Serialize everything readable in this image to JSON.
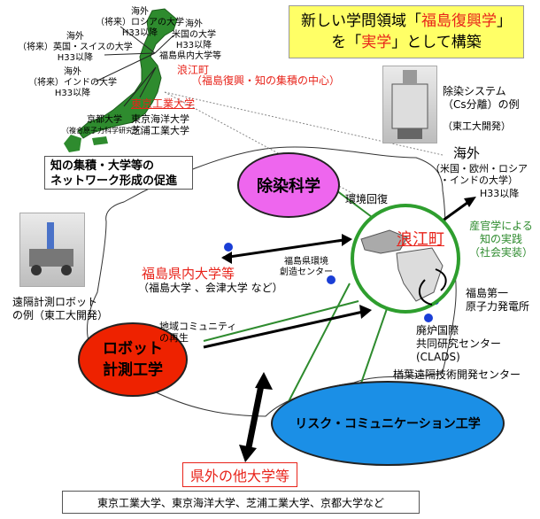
{
  "title": {
    "line1_pre": "新しい学問領域「",
    "line1_red": "福島復興学",
    "line1_post": "」",
    "line2_pre": "を「",
    "line2_red": "実学",
    "line2_post": "」として構築"
  },
  "map": {
    "overseas_russia": [
      "海外",
      "（将来）ロシアの大学",
      "H33以降"
    ],
    "overseas_us": [
      "海外",
      "米国の大学",
      "H33以降"
    ],
    "overseas_uk": [
      "海外",
      "（将来）英国・スイスの大学",
      "H33以降"
    ],
    "overseas_india": [
      "海外",
      "（将来）インドの大学",
      "H33以降"
    ],
    "fukushima_univ": "福島県内大学等",
    "namie": "浪江町",
    "namie_sub": "（福島復興・知の集積の中心）",
    "tokyo_tech": "東京工業大学",
    "kyoto": [
      "京都大学",
      "（複合原子力科学研究所）"
    ],
    "tokyo_group": [
      "東京海洋大学",
      "芝浦工業大学"
    ]
  },
  "decon_photo": {
    "caption": [
      "除染システム",
      "（Cs分離）の例"
    ],
    "dev": "（東工大開発）"
  },
  "overseas_right": {
    "title": "海外",
    "countries": [
      "（米国・欧州・ロシア",
      "・インドの大学）"
    ],
    "year": "H33以降"
  },
  "network_box": [
    "知の集積・大学等の",
    "ネットワーク形成の促進"
  ],
  "bubbles": {
    "decon": "除染科学",
    "robot": [
      "ロボット",
      "計測工学"
    ],
    "risk": "リスク・コミュニケーション工学",
    "center": "浪江町"
  },
  "labels": {
    "env_recovery": "環境回復",
    "fukushima_env": [
      "福島県環境",
      "創造センター"
    ],
    "pref_univ": "福島県内大学等",
    "pref_univ_sub": "（福島大学 、会津大学 など）",
    "robot_photo": [
      "遠隔計測ロボット",
      "の例（東工大開発）"
    ],
    "community": [
      "地域コミュニティ",
      "の再生"
    ],
    "industry": [
      "産官学による",
      "知の実践",
      "（社会実装）"
    ],
    "npp": [
      "福島第一",
      "原子力発電所"
    ],
    "clads": [
      "廃炉国際",
      "共同研究センター",
      "(CLADS)"
    ],
    "naraha": "楢葉遠隔技術開発センター",
    "other_univ": "県外の他大学等",
    "univ_list": "東京工業大学、東京海洋大学、芝浦工業大学、京都大学など"
  },
  "colors": {
    "decon": "#ee66ee",
    "robot": "#ee2200",
    "risk": "#1b8fe6",
    "center_ring": "#2e9e2e",
    "map_green": "#2e8b2e",
    "title_bg": "#ffff66",
    "accent_red": "#e8231a"
  }
}
